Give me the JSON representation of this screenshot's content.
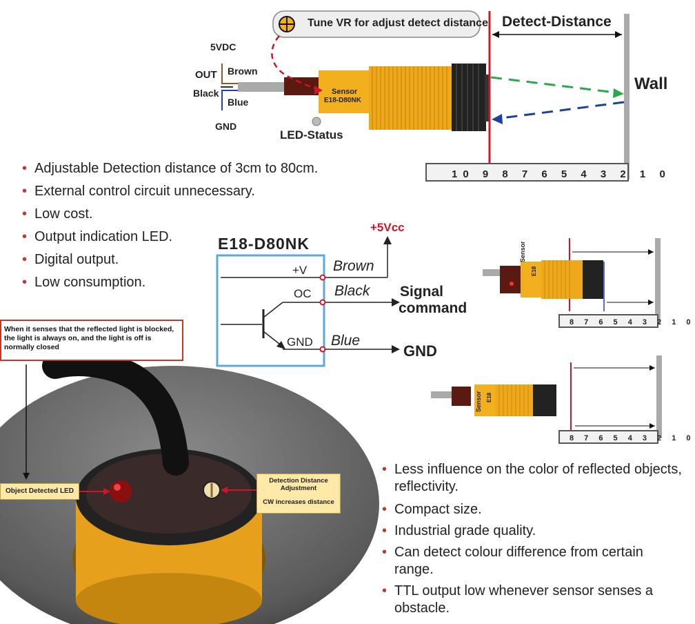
{
  "top_diagram": {
    "tune_label": "Tune VR for adjust detect distance",
    "detect_distance": "Detect-Distance",
    "wall": "Wall",
    "vdc": "5VDC",
    "out": "OUT",
    "brown": "Brown",
    "black": "Black",
    "blue": "Blue",
    "gnd": "GND",
    "led_status": "LED-Status",
    "sensor_line1": "Sensor",
    "sensor_line2": "E18-D80NK",
    "ruler_numbers": "10 9 8 7 6 5 4 3 2 1 0"
  },
  "features_left": [
    "Adjustable Detection distance of 3cm to 80cm.",
    "External control circuit unnecessary.",
    "Low cost.",
    "Output indication LED.",
    "Digital output.",
    "Low consumption."
  ],
  "circuit": {
    "title": "E18-D80NK",
    "vcc": "+5Vcc",
    "pin_v": "+V",
    "pin_oc": "OC",
    "pin_gnd": "GND",
    "wire_brown": "Brown",
    "wire_black": "Black",
    "wire_blue": "Blue",
    "signal_line1": "Signal",
    "signal_line2": "command",
    "gnd_out": "GND"
  },
  "small_diagrams": {
    "sensor_text": "Sensor",
    "e18_text": "E18",
    "ruler_numbers": "8 7 6 5 4 3 2 1 0"
  },
  "note_box": "When it senses that the reflected light is blocked, the light is always on, and the light is off is normally closed",
  "photo": {
    "object_led": "Object Detected LED",
    "adjust_line1": "Detection Distance",
    "adjust_line2": "Adjustment",
    "cw": "CW increases distance"
  },
  "features_right": [
    "Less influence on the color of reflected objects, reflectivity.",
    "Compact size.",
    "Industrial grade quality.",
    "Can detect colour difference from certain range.",
    "TTL output low whenever sensor senses a obstacle."
  ],
  "colors": {
    "sensor_yellow": "#f2b01e",
    "red_line": "#d0142a",
    "circuit_blue": "#5aa9d6",
    "arrow_green": "#2aa84a",
    "arrow_blue": "#1f3f9c"
  }
}
